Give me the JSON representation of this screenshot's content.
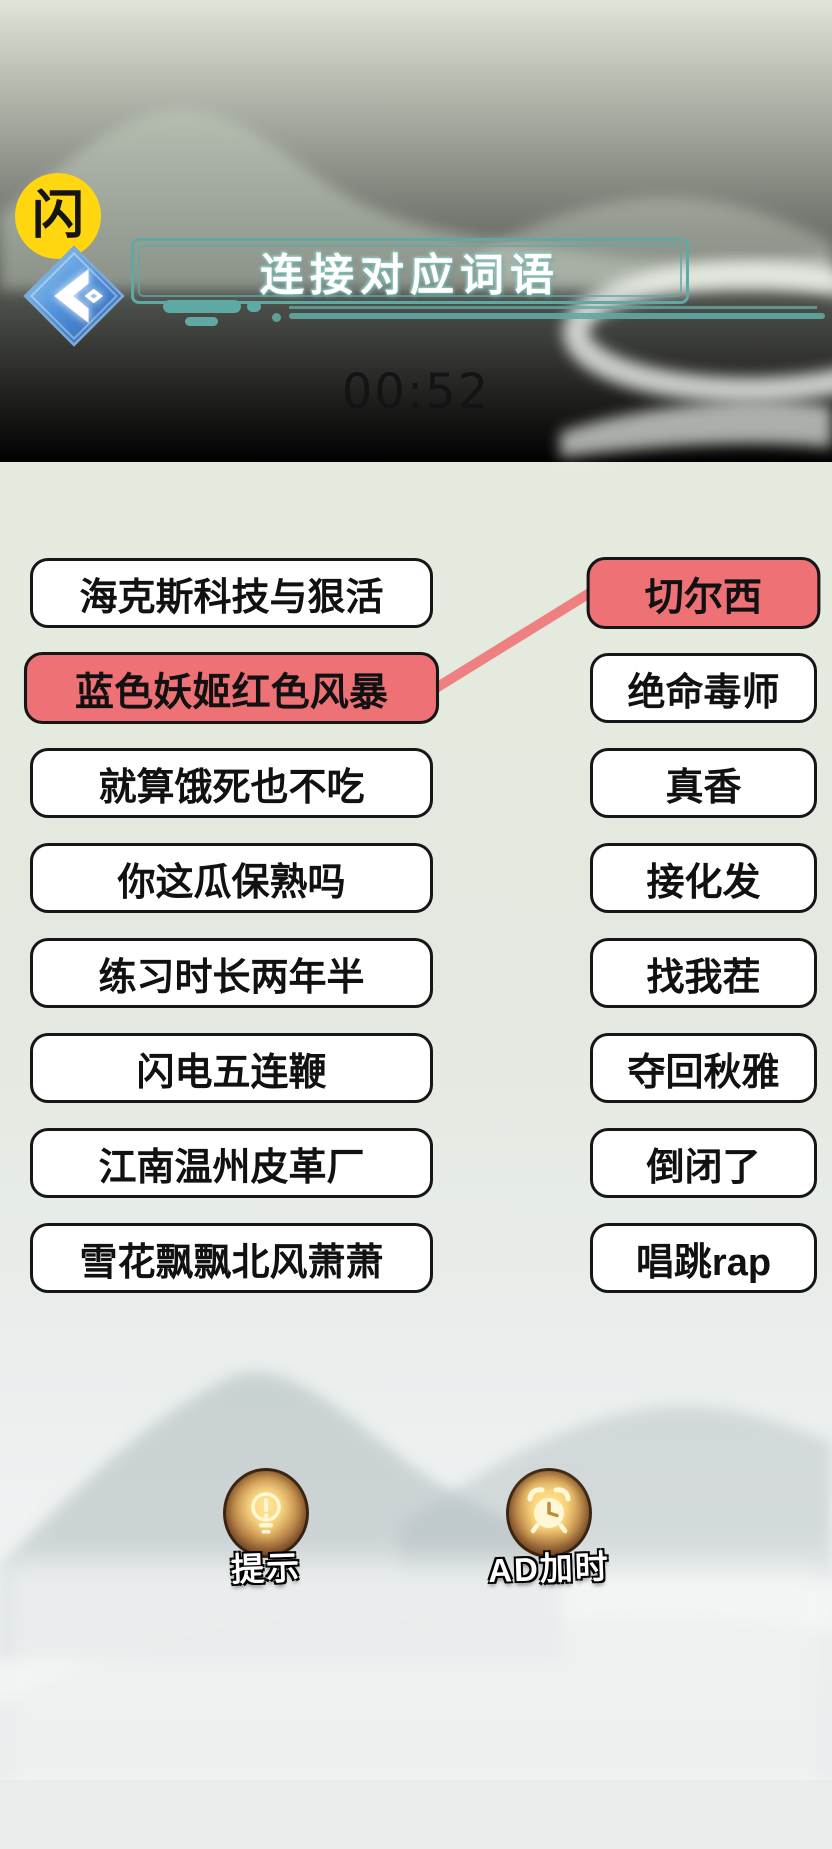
{
  "app": {
    "flash_badge_char": "闪",
    "icons": {
      "logo": "flash-character-badge",
      "back": "chevron-left-diamond",
      "hint": "lightbulb",
      "ad_time": "alarm-clock"
    }
  },
  "banner": {
    "title": "连接对应词语"
  },
  "timer": {
    "value": "00:52"
  },
  "board": {
    "left_items": [
      {
        "label": "海克斯科技与狠活",
        "selected": false
      },
      {
        "label": "蓝色妖姬红色风暴",
        "selected": true
      },
      {
        "label": "就算饿死也不吃",
        "selected": false
      },
      {
        "label": "你这瓜保熟吗",
        "selected": false
      },
      {
        "label": "练习时长两年半",
        "selected": false
      },
      {
        "label": "闪电五连鞭",
        "selected": false
      },
      {
        "label": "江南温州皮革厂",
        "selected": false
      },
      {
        "label": "雪花飘飘北风萧萧",
        "selected": false
      }
    ],
    "right_items": [
      {
        "label": "切尔西",
        "selected": true
      },
      {
        "label": "绝命毒师",
        "selected": false
      },
      {
        "label": "真香",
        "selected": false
      },
      {
        "label": "接化发",
        "selected": false
      },
      {
        "label": "找我茬",
        "selected": false
      },
      {
        "label": "夺回秋雅",
        "selected": false
      },
      {
        "label": "倒闭了",
        "selected": false
      },
      {
        "label": "唱跳rap",
        "selected": false
      }
    ],
    "connection": {
      "left_index": 1,
      "right_index": 0
    }
  },
  "footer": {
    "hint": {
      "label": "提示"
    },
    "ad_time": {
      "label": "AD加时"
    }
  },
  "colors": {
    "selected_fill": "#ED7175",
    "connection_line": "#EF8082",
    "teal": "#5FA9A4",
    "flash_yellow": "#FFD60F"
  }
}
